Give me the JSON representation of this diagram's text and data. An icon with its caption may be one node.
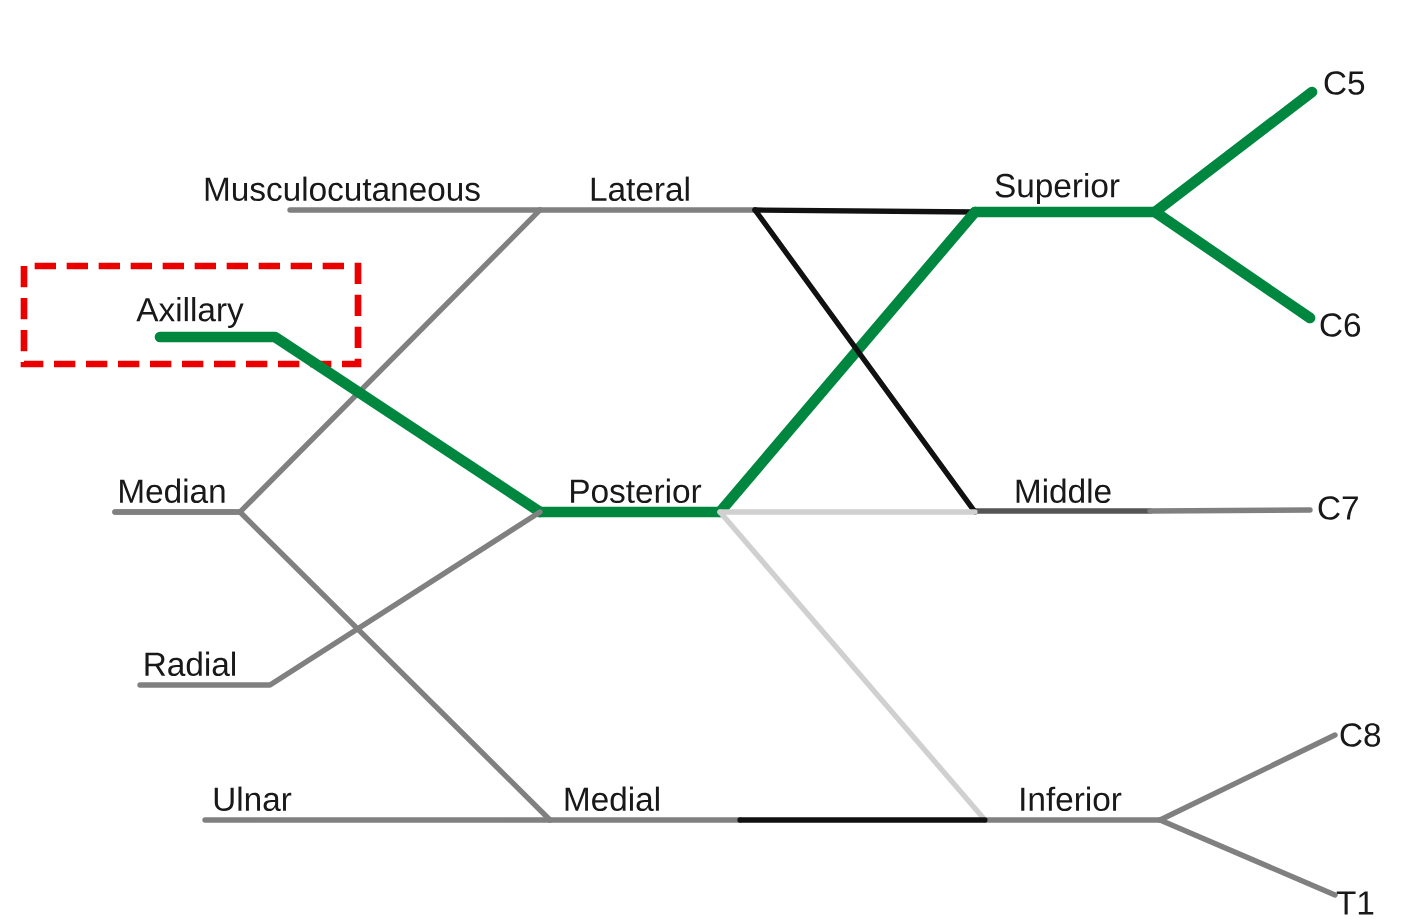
{
  "diagram": {
    "nodes": [
      {
        "text": [
          "Musculocutaneous"
        ]
      },
      {
        "text": [
          "Lateral"
        ]
      },
      {
        "text": [
          "Superior"
        ]
      },
      {
        "text": [
          "C5"
        ]
      },
      {
        "text": [
          "Axillary"
        ]
      },
      {
        "text": [
          "C6"
        ]
      },
      {
        "text": [
          "Median"
        ]
      },
      {
        "text": [
          "Posterior"
        ]
      },
      {
        "text": [
          "Middle"
        ]
      },
      {
        "text": [
          "C7"
        ]
      },
      {
        "text": [
          "Radial"
        ]
      },
      {
        "text": [
          "C8"
        ]
      },
      {
        "text": [
          "Ulnar"
        ]
      },
      {
        "text": [
          "Medial"
        ]
      },
      {
        "text": [
          "Inferior"
        ]
      },
      {
        "text": [
          "T1"
        ]
      }
    ],
    "edges": [
      {
        "from": 3,
        "to": 2,
        "arrow": "none",
        "style": "thick",
        "color": "#00873f"
      },
      {
        "from": 5,
        "to": 2,
        "arrow": "none",
        "style": "thick",
        "color": "#00873f"
      },
      {
        "from": 9,
        "to": 8,
        "arrow": "none"
      },
      {
        "from": 11,
        "to": 14,
        "arrow": "none"
      },
      {
        "from": 15,
        "to": 14,
        "arrow": "none"
      },
      {
        "from": 2,
        "to": 1,
        "arrow": "none",
        "color": "#111111"
      },
      {
        "from": 2,
        "to": 7,
        "arrow": "none",
        "style": "thick",
        "color": "#00873f"
      },
      {
        "from": 8,
        "to": 1,
        "arrow": "none",
        "color": "#111111"
      },
      {
        "from": 8,
        "to": 7,
        "arrow": "none",
        "color": "#d0d0d0"
      },
      {
        "from": 14,
        "to": 7,
        "arrow": "none",
        "color": "#d0d0d0"
      },
      {
        "from": 14,
        "to": 13,
        "arrow": "none",
        "color": "#111111"
      },
      {
        "from": 1,
        "to": 0,
        "arrow": "none"
      },
      {
        "from": 1,
        "to": 6,
        "arrow": "none"
      },
      {
        "from": 7,
        "to": 4,
        "arrow": "none",
        "style": "thick",
        "color": "#00873f"
      },
      {
        "from": 7,
        "to": 10,
        "arrow": "none"
      },
      {
        "from": 13,
        "to": 6,
        "arrow": "none"
      },
      {
        "from": 13,
        "to": 12,
        "arrow": "none"
      }
    ]
  }
}
